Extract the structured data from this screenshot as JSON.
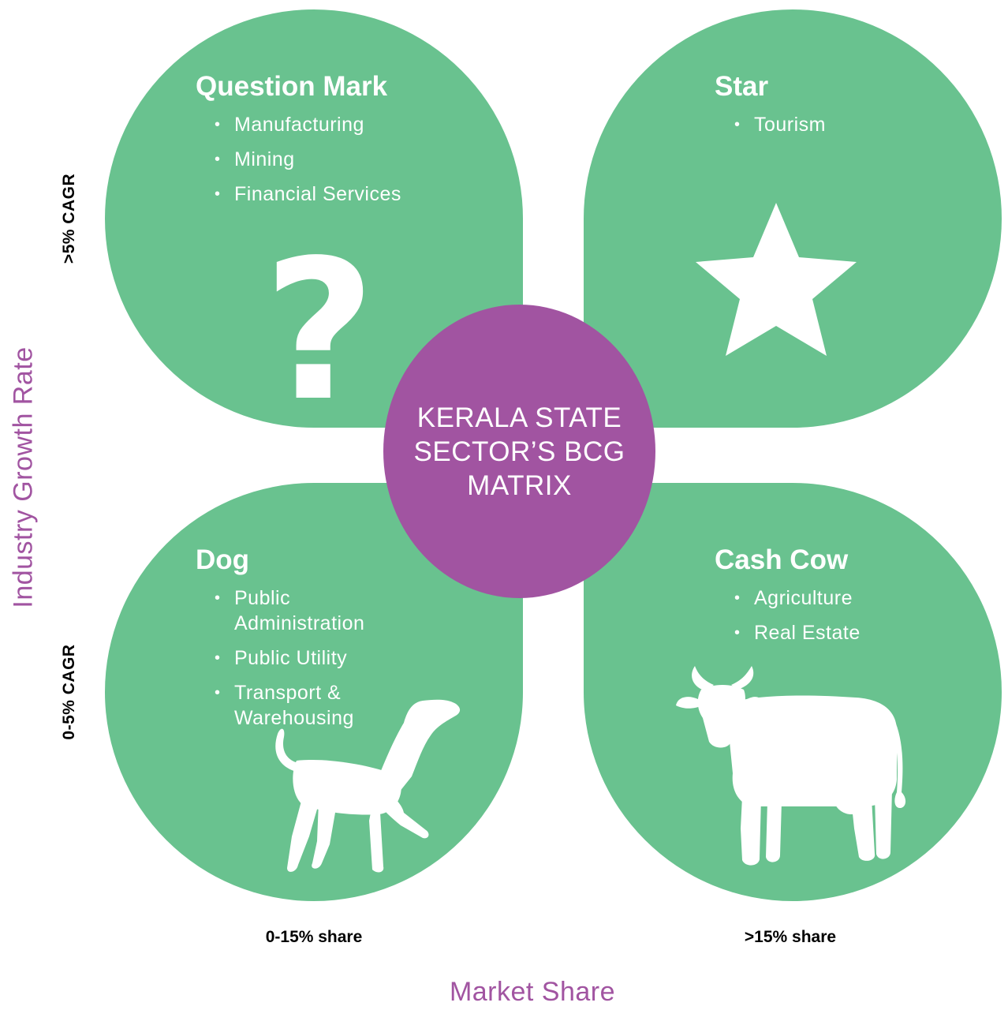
{
  "center_title": "KERALA STATE SECTOR’S BCG MATRIX",
  "quadrants": {
    "question_mark": {
      "title": "Question Mark",
      "items": [
        "Manufacturing",
        "Mining",
        "Financial Services"
      ]
    },
    "star": {
      "title": "Star",
      "items": [
        "Tourism"
      ]
    },
    "dog": {
      "title": "Dog",
      "items": [
        "Public Administration",
        "Public Utility",
        "Transport & Warehousing"
      ]
    },
    "cash_cow": {
      "title": "Cash Cow",
      "items": [
        "Agriculture",
        "Real Estate"
      ]
    }
  },
  "axes": {
    "y_title": "Industry Growth Rate",
    "y_high": ">5% CAGR",
    "y_low": "0-5% CAGR",
    "x_title": "Market Share",
    "x_low": "0-15% share",
    "x_high": ">15% share"
  },
  "icons": {
    "question_mark": "question-mark-icon",
    "star": "star-icon",
    "dog": "dog-icon",
    "cash_cow": "cow-icon"
  },
  "colors": {
    "quadrant": "#69c28f",
    "center": "#a154a1",
    "axis_title": "#a154a1",
    "icon": "#ffffff"
  }
}
